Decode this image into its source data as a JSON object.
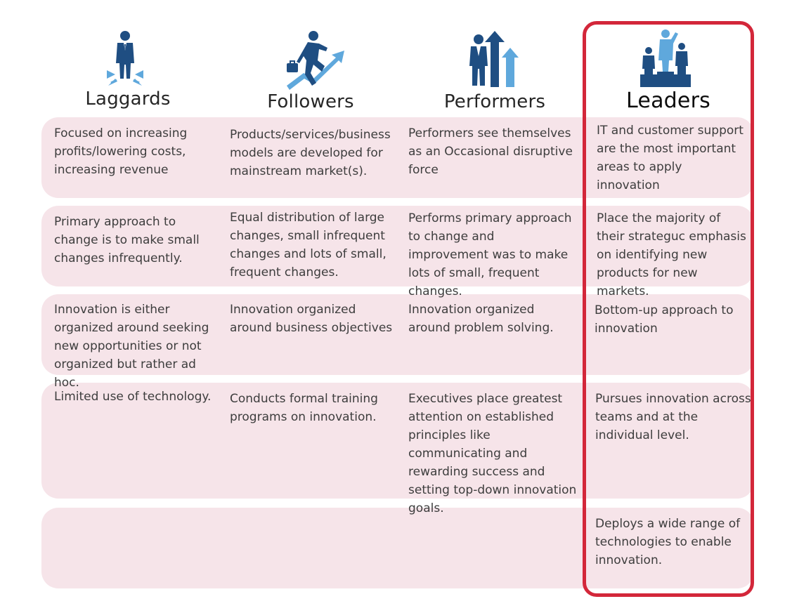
{
  "colors": {
    "band": "#f6e4e9",
    "highlight": "#d3273a",
    "icon_dark": "#1f4e82",
    "icon_light": "#5fa8dc"
  },
  "columns": [
    {
      "title": "Laggards",
      "icon": "person-standing-icon"
    },
    {
      "title": "Followers",
      "icon": "person-climbing-icon"
    },
    {
      "title": "Performers",
      "icon": "person-with-arrows-icon"
    },
    {
      "title": "Leaders",
      "icon": "podium-people-icon"
    }
  ],
  "rows": [
    {
      "laggards": "Focused on increasing profits/lowering costs, increasing revenue",
      "followers": "Products/services/business models are developed for mainstream market(s).",
      "performers": "Performers see themselves as an Occasional disruptive force",
      "leaders": "IT and customer support are the most important areas to apply innovation"
    },
    {
      "laggards": "Primary approach to change is to make small changes infrequently.",
      "followers": "Equal distribution of large changes, small infrequent changes and lots of small, frequent changes.",
      "performers": "Performs primary approach to change and improvement was to make lots of small, frequent changes.",
      "leaders": "Place the majority of their strateguc emphasis on identifying new products for new markets."
    },
    {
      "laggards": "Innovation is either organized around seeking new opportunities or not organized but rather ad hoc.",
      "followers": "Innovation organized around business objectives",
      "performers": "Innovation organized around problem solving.",
      "leaders": "Bottom-up approach to innovation"
    },
    {
      "laggards": "Limited use of technology.",
      "followers": "Conducts formal training programs on innovation.",
      "performers": "Executives place greatest attention on established principles like communicating and rewarding success and setting top-down innovation goals.",
      "leaders": "Pursues innovation across teams and at the individual level."
    },
    {
      "laggards": "",
      "followers": "",
      "performers": "",
      "leaders": "Deploys a wide range of technologies to enable innovation."
    }
  ]
}
